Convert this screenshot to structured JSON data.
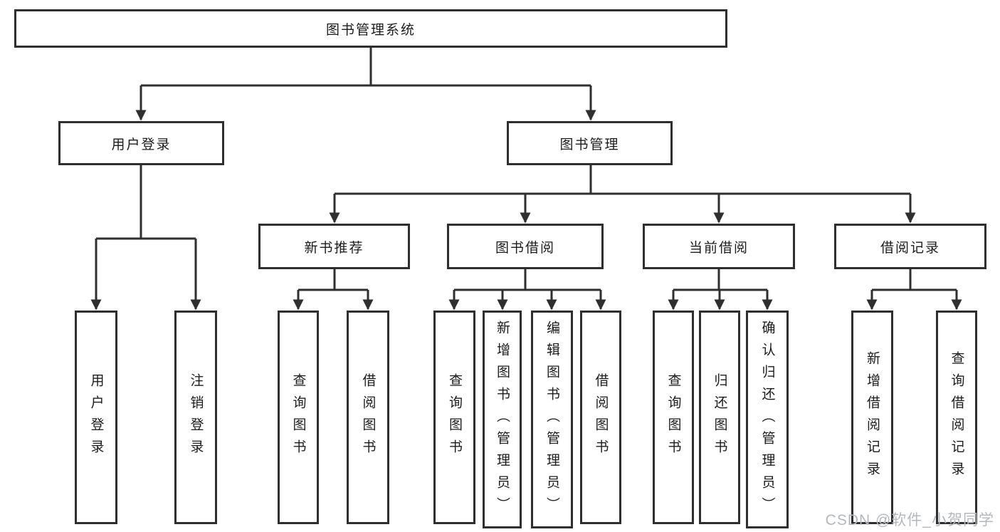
{
  "diagram": {
    "root": "图书管理系统",
    "children": [
      {
        "label": "用户登录",
        "children": [
          "用户登录",
          "注销登录"
        ]
      },
      {
        "label": "图书管理",
        "children": [
          {
            "label": "新书推荐",
            "children": [
              "查询图书",
              "借阅图书"
            ]
          },
          {
            "label": "图书借阅",
            "children": [
              "查询图书",
              "新增图书（管理员）",
              "编辑图书（管理员）",
              "借阅图书"
            ]
          },
          {
            "label": "当前借阅",
            "children": [
              "查询图书",
              "归还图书",
              "确认归还（管理员）"
            ]
          },
          {
            "label": "借阅记录",
            "children": [
              "新增借阅记录",
              "查询借阅记录"
            ]
          }
        ]
      }
    ]
  },
  "watermark": {
    "text": "CSDN @软件_小贺同学"
  },
  "colors": {
    "line": "#2f2f2f",
    "text": "#1c1c1c",
    "background": "#ffffff",
    "watermark": "#b4b8bd"
  }
}
